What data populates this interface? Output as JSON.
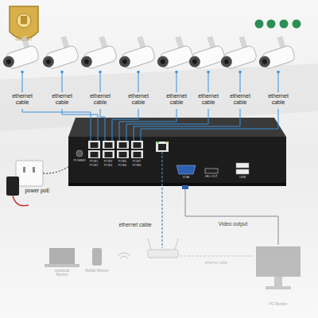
{
  "diagram": {
    "labels": [
      "GUCCET",
      "ethernet cable",
      "ethernet cable",
      "ethernet cable",
      "ethernet cable",
      "ethernet cable",
      "ethernet cable",
      "ethernet cable",
      "ethernet cable",
      "POWER",
      "POE1",
      "POE2",
      "POE3",
      "POE4",
      "POE5",
      "POE6",
      "POE7",
      "POE8",
      "VGA",
      "HD-OUT",
      "USB",
      "power poE",
      "ethernet cable",
      "Video output",
      "notebook Monitor",
      "Mobile Monitor",
      "ethernet cable",
      "PC Monitor"
    ]
  }
}
